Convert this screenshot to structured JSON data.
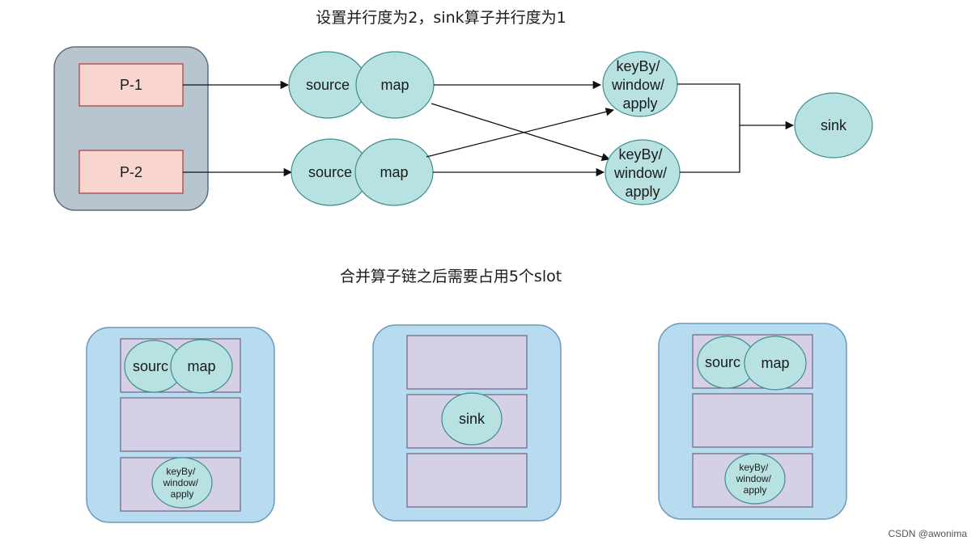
{
  "top_title": "设置并行度为2，sink算子并行度为1",
  "bottom_title": "合并算子链之后需要占用5个slot",
  "partitions": [
    "P-1",
    "P-2"
  ],
  "labels": {
    "source": "source",
    "map": "map",
    "sink": "sink",
    "keyby_line1": "keyBy/",
    "keyby_line2": "window/",
    "keyby_line3": "apply",
    "source_truncated": "sourc"
  },
  "watermark": "CSDN @awonima",
  "colors": {
    "operator_fill": "#b8e2e2",
    "task_manager_fill": "#b8dcef",
    "slot_fill": "#d6d0e6",
    "partition_fill": "#f9d5cf",
    "source_group_fill": "#b7c5d1"
  }
}
